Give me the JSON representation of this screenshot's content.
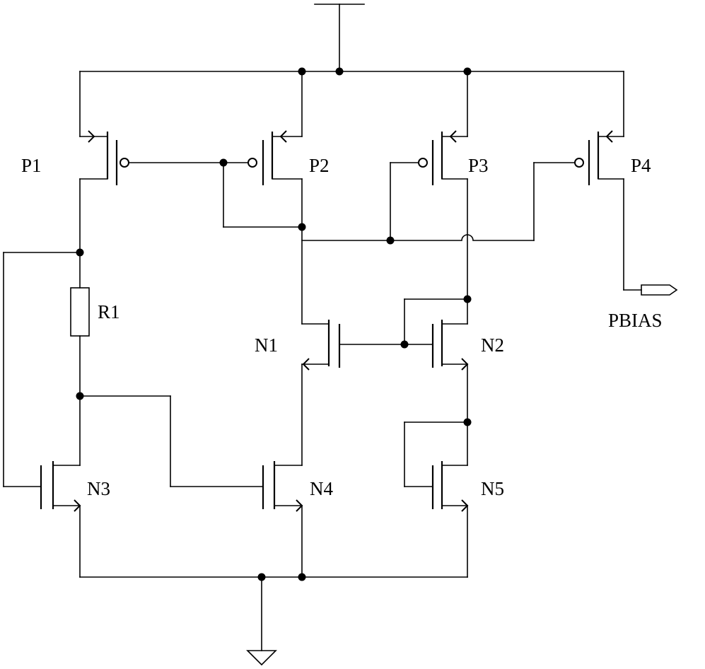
{
  "labels": {
    "p1": "P1",
    "p2": "P2",
    "p3": "P3",
    "p4": "P4",
    "r1": "R1",
    "n1": "N1",
    "n2": "N2",
    "n3": "N3",
    "n4": "N4",
    "n5": "N5",
    "pbias": "PBIAS"
  }
}
